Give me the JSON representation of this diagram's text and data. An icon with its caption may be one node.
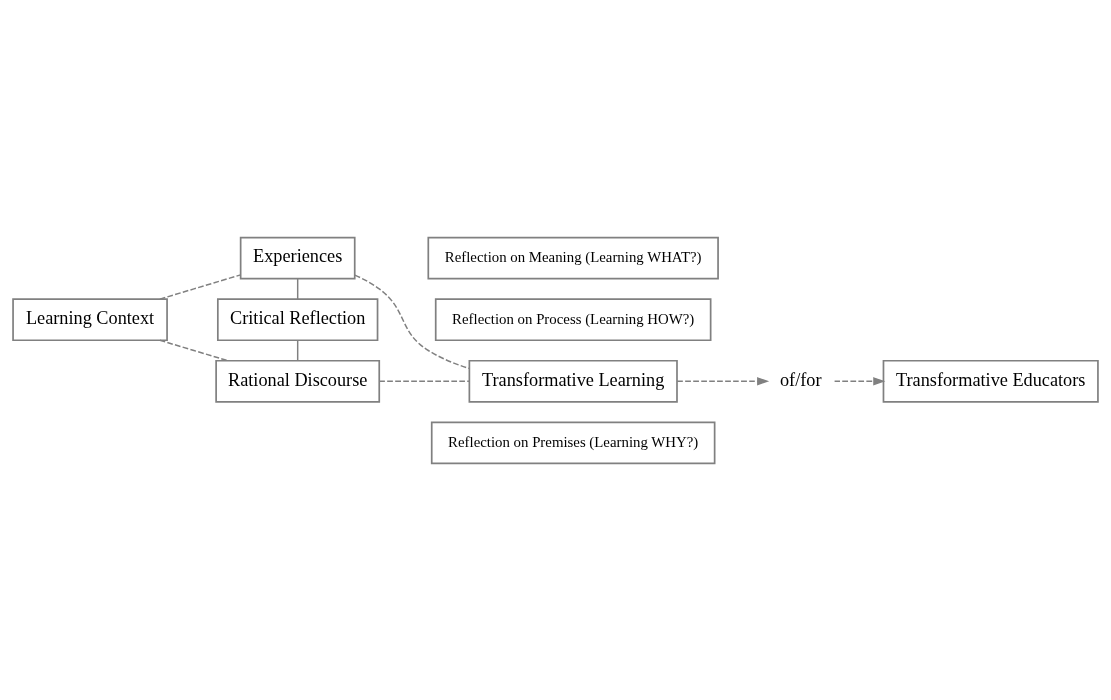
{
  "diagram": {
    "nodes": [
      {
        "text": [
          "Learning Context"
        ]
      },
      {
        "text": [
          "Experiences"
        ]
      },
      {
        "text": [
          "Critical Reflection"
        ]
      },
      {
        "text": [
          "Reflection on Meaning (Learning WHAT?)"
        ]
      },
      {
        "text": [
          "Reflection on Process (Learning HOW?)"
        ]
      },
      {
        "text": [
          "Reflection on Premises (Learning WHY?)"
        ]
      },
      {
        "text": [
          "Rational Discourse"
        ]
      },
      {
        "text": [
          "Transformative Learning"
        ]
      },
      {
        "text": [
          "of/for"
        ]
      },
      {
        "text": [
          "Transformative Educators"
        ]
      }
    ],
    "edges": [
      {
        "from": 1,
        "to": 2,
        "arrow": "none"
      },
      {
        "from": 2,
        "to": 6,
        "arrow": "none"
      },
      {
        "from": 0,
        "to": 1,
        "arrow": "none",
        "style": "dashed"
      },
      {
        "from": 0,
        "to": 6,
        "arrow": "none",
        "style": "dashed"
      },
      {
        "from": 1,
        "to": 7,
        "arrow": "none",
        "style": "dashed"
      },
      {
        "from": 6,
        "to": 7,
        "arrow": "none",
        "style": "dashed"
      },
      {
        "from": 7,
        "to": 8,
        "arrow": "to",
        "style": "dashed"
      },
      {
        "from": 8,
        "to": 9,
        "arrow": "to",
        "style": "dashed"
      }
    ]
  }
}
